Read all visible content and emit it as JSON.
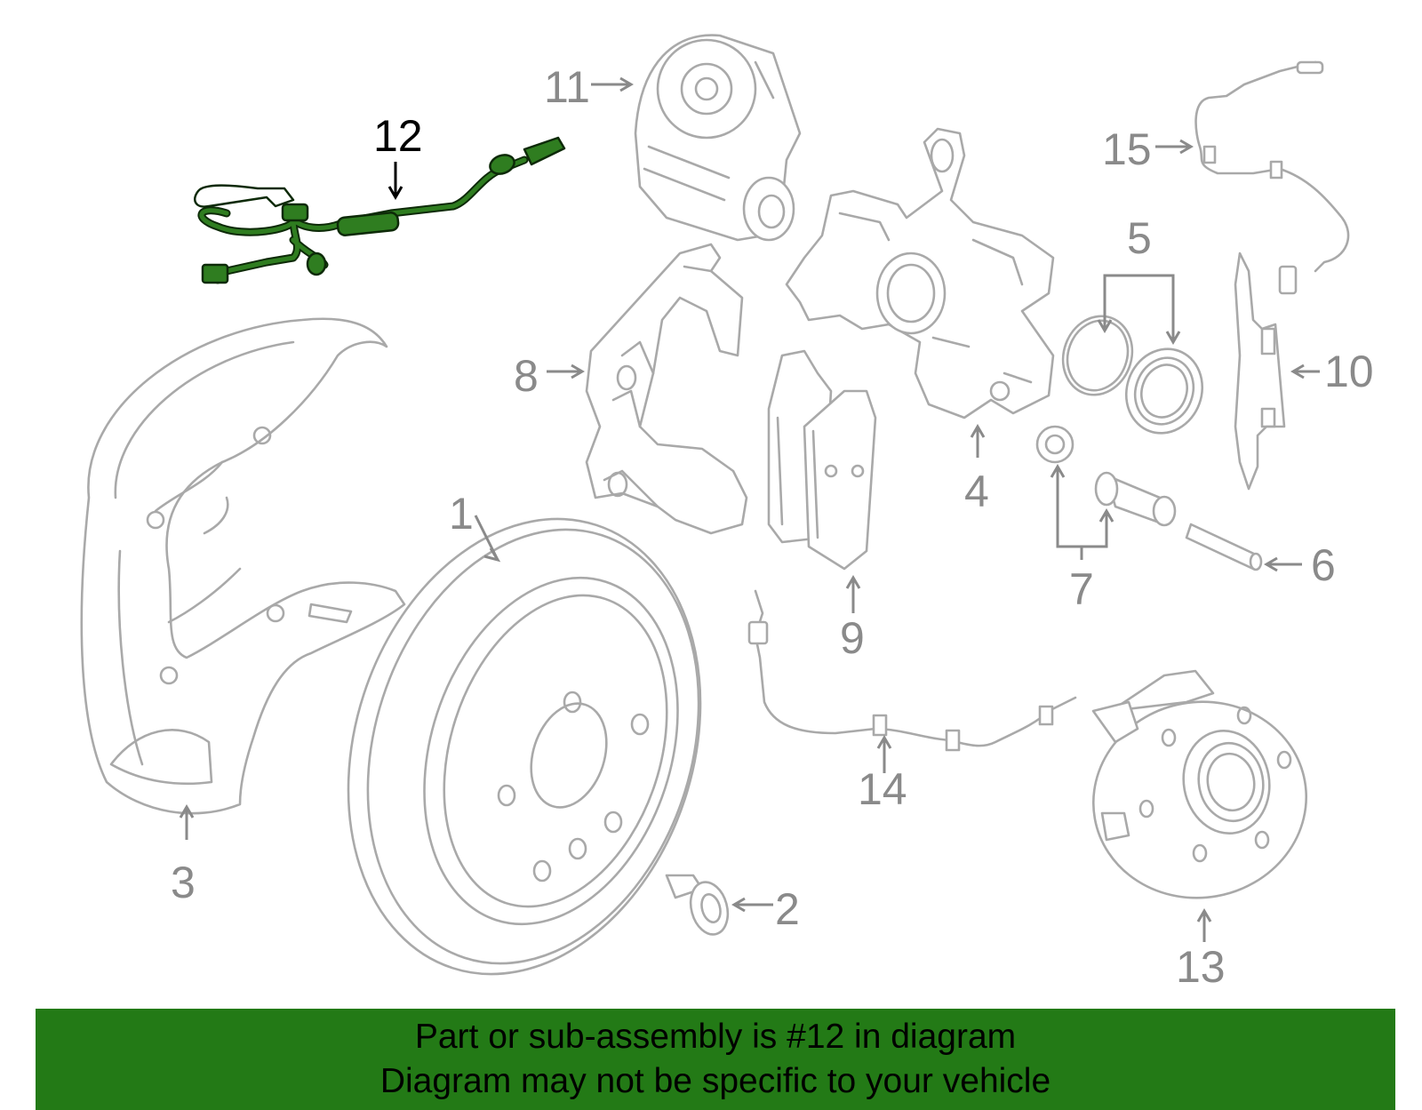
{
  "callouts": {
    "c1": "1",
    "c2": "2",
    "c3": "3",
    "c4": "4",
    "c5": "5",
    "c6": "6",
    "c7": "7",
    "c8": "8",
    "c9": "9",
    "c10": "10",
    "c11": "11",
    "c12": "12",
    "c13": "13",
    "c14": "14",
    "c15": "15"
  },
  "highlight": {
    "part": "12",
    "color": "#2f7d20"
  },
  "colors": {
    "banner": "#237a16",
    "parts": "#a9a9a9",
    "callouts": "#8a8a8a"
  },
  "banner": {
    "line1": "Part or sub-assembly is #12 in diagram",
    "line2": "Diagram may not be specific to your vehicle"
  }
}
